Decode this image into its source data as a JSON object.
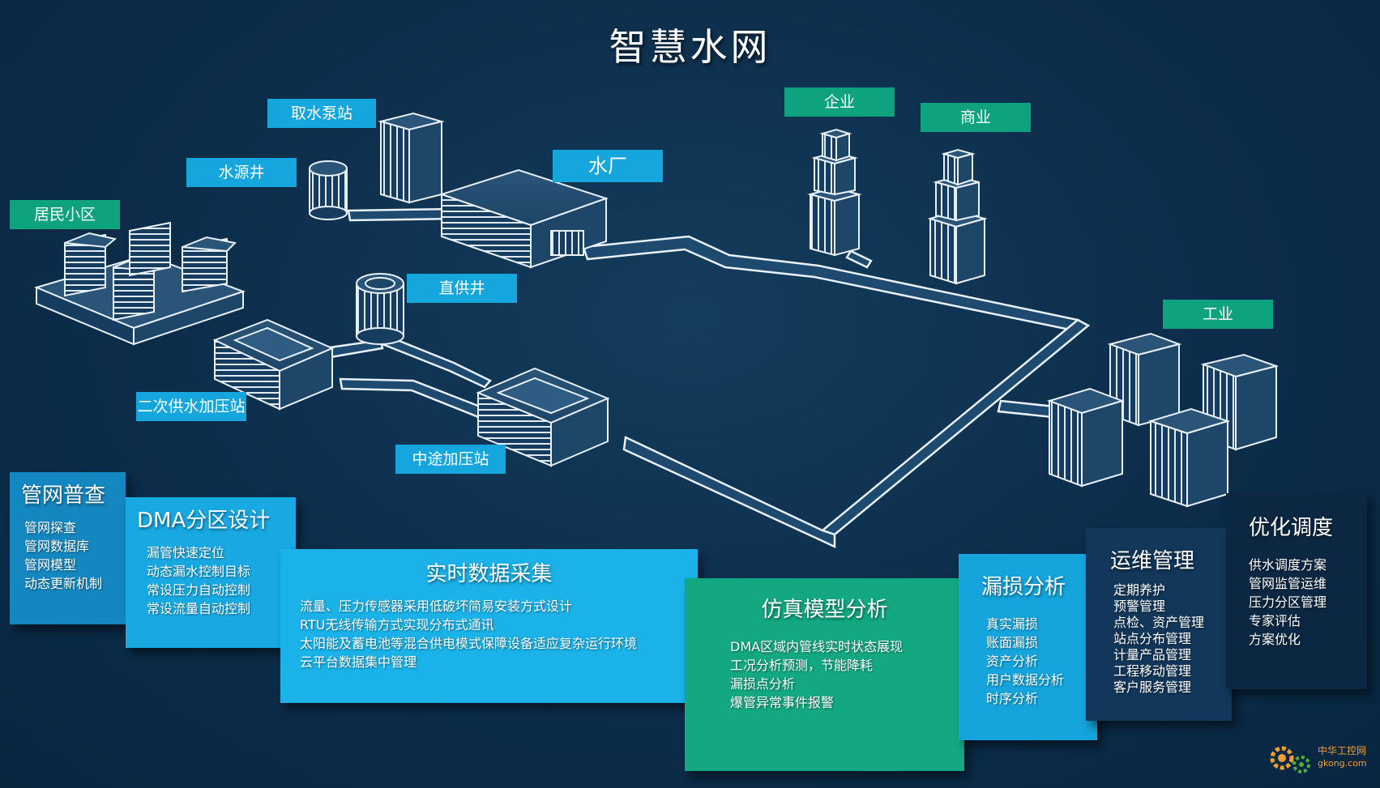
{
  "title": "智慧水网",
  "labels": {
    "intake_pump_station": "取水泵站",
    "water_source_well": "水源井",
    "water_plant": "水厂",
    "residential": "居民小区",
    "direct_supply_well": "直供井",
    "secondary_booster": "二次供水加压站",
    "midway_booster": "中途加压站",
    "enterprise": "企业",
    "commerce": "商业",
    "industry": "工业"
  },
  "panels": {
    "network_survey": {
      "title": "管网普查",
      "items": [
        "管网探查",
        "管网数据库",
        "管网模型",
        "动态更新机制"
      ]
    },
    "dma_design": {
      "title": "DMA分区设计",
      "items": [
        "漏管快速定位",
        "动态漏水控制目标",
        "常设压力自动控制",
        "常设流量自动控制"
      ]
    },
    "realtime_data": {
      "title": "实时数据采集",
      "items": [
        "流量、压力传感器采用低破坏简易安装方式设计",
        "RTU无线传输方式实现分布式通讯",
        "太阳能及蓄电池等混合供电模式保障设备适应复杂运行环境",
        "云平台数据集中管理"
      ]
    },
    "simulation": {
      "title": "仿真模型分析",
      "items": [
        "DMA区域内管线实时状态展现",
        "工况分析预测，节能降耗",
        "漏损点分析",
        "爆管异常事件报警"
      ]
    },
    "leakage": {
      "title": "漏损分析",
      "items": [
        "真实漏损",
        "账面漏损",
        "资产分析",
        "用户数据分析",
        "时序分析"
      ]
    },
    "operations": {
      "title": "运维管理",
      "items": [
        "定期养护",
        "预警管理",
        "点检、资产管理",
        "站点分布管理",
        "计量产品管理",
        "工程移动管理",
        "客户服务管理"
      ]
    },
    "dispatch": {
      "title": "优化调度",
      "items": [
        "供水调度方案",
        "管网监管运维",
        "压力分区管理",
        "专家评估",
        "方案优化"
      ]
    }
  },
  "watermark": {
    "line1": "中华工控网",
    "line2": "gkong.com"
  },
  "colors": {
    "background": "#0c2d4a",
    "label_blue": "#14a6dd",
    "label_green": "#0fa27e",
    "panel_survey": "#1487c0",
    "panel_dma": "#18a9e2",
    "panel_realtime": "#1ab2e8",
    "panel_simulation": "#13a882",
    "panel_leakage": "#15a4dc",
    "panel_operations": "#12375a",
    "panel_dispatch": "#0c2742"
  }
}
